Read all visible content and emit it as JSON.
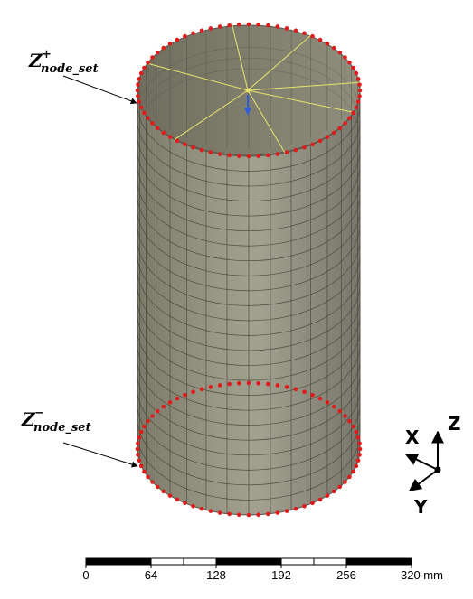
{
  "colors": {
    "surface": "#8b8a76",
    "mesh_line": "#4d4c42",
    "node": "#e11b1b",
    "constraint_line": "#e8e46a",
    "load_arrow": "#2f5fd8",
    "ink": "#000000"
  },
  "labels": {
    "top_set": {
      "base": "Z",
      "sup": "+",
      "sub": "node_set"
    },
    "bottom_set": {
      "base": "Z",
      "sup": "−",
      "sub": "node_set"
    }
  },
  "triad": {
    "x_label": "X",
    "y_label": "Y",
    "z_label": "Z",
    "icon": "axis-triad-icon"
  },
  "scale_bar": {
    "ticks": [
      "0",
      "64",
      "128",
      "192",
      "256",
      "320 mm"
    ]
  }
}
